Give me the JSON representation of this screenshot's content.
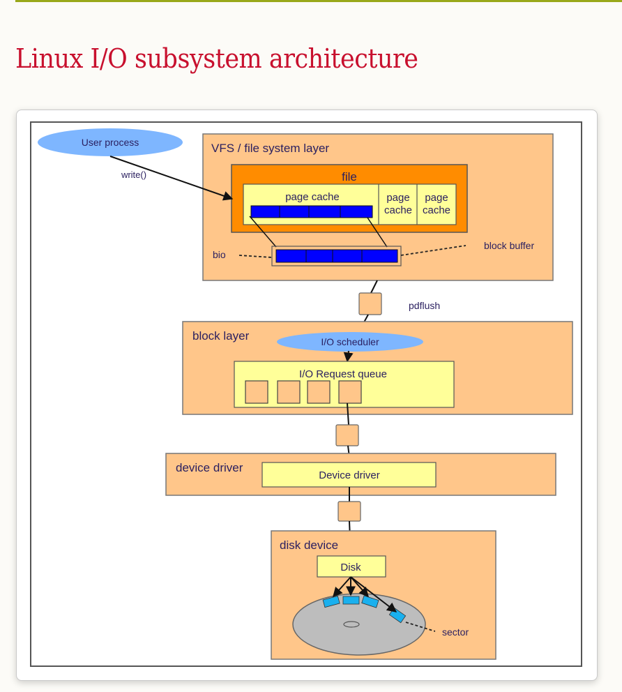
{
  "page": {
    "title": "Linux I/O subsystem architecture"
  },
  "diagram": {
    "user_process": "User process",
    "write_call": "write()",
    "vfs_layer": {
      "label": "VFS / file system layer",
      "file": "file",
      "page_cache_main": "page cache",
      "page_cache_small": [
        "page",
        "cache"
      ],
      "bio": "bio",
      "block_buffer": "block buffer"
    },
    "pdflush": "pdflush",
    "block_layer": {
      "label": "block layer",
      "io_scheduler": "I/O scheduler",
      "request_queue": "I/O Request queue",
      "request_count": 4
    },
    "device_driver_layer": {
      "label": "device driver",
      "driver_box": "Device driver"
    },
    "disk_device_layer": {
      "label": "disk device",
      "disk_box": "Disk",
      "sector": "sector"
    },
    "colors": {
      "title": "#c8102e",
      "rule": "#99a81a",
      "layer_fill": "#ffc68a",
      "file_fill": "#ff8c00",
      "cache_fill": "#ffff99",
      "block_fill": "#0000ff",
      "ellipse_fill": "#7eb6ff",
      "sector_fill": "#1ab0ee",
      "platter_fill": "#bdbdbd"
    }
  }
}
